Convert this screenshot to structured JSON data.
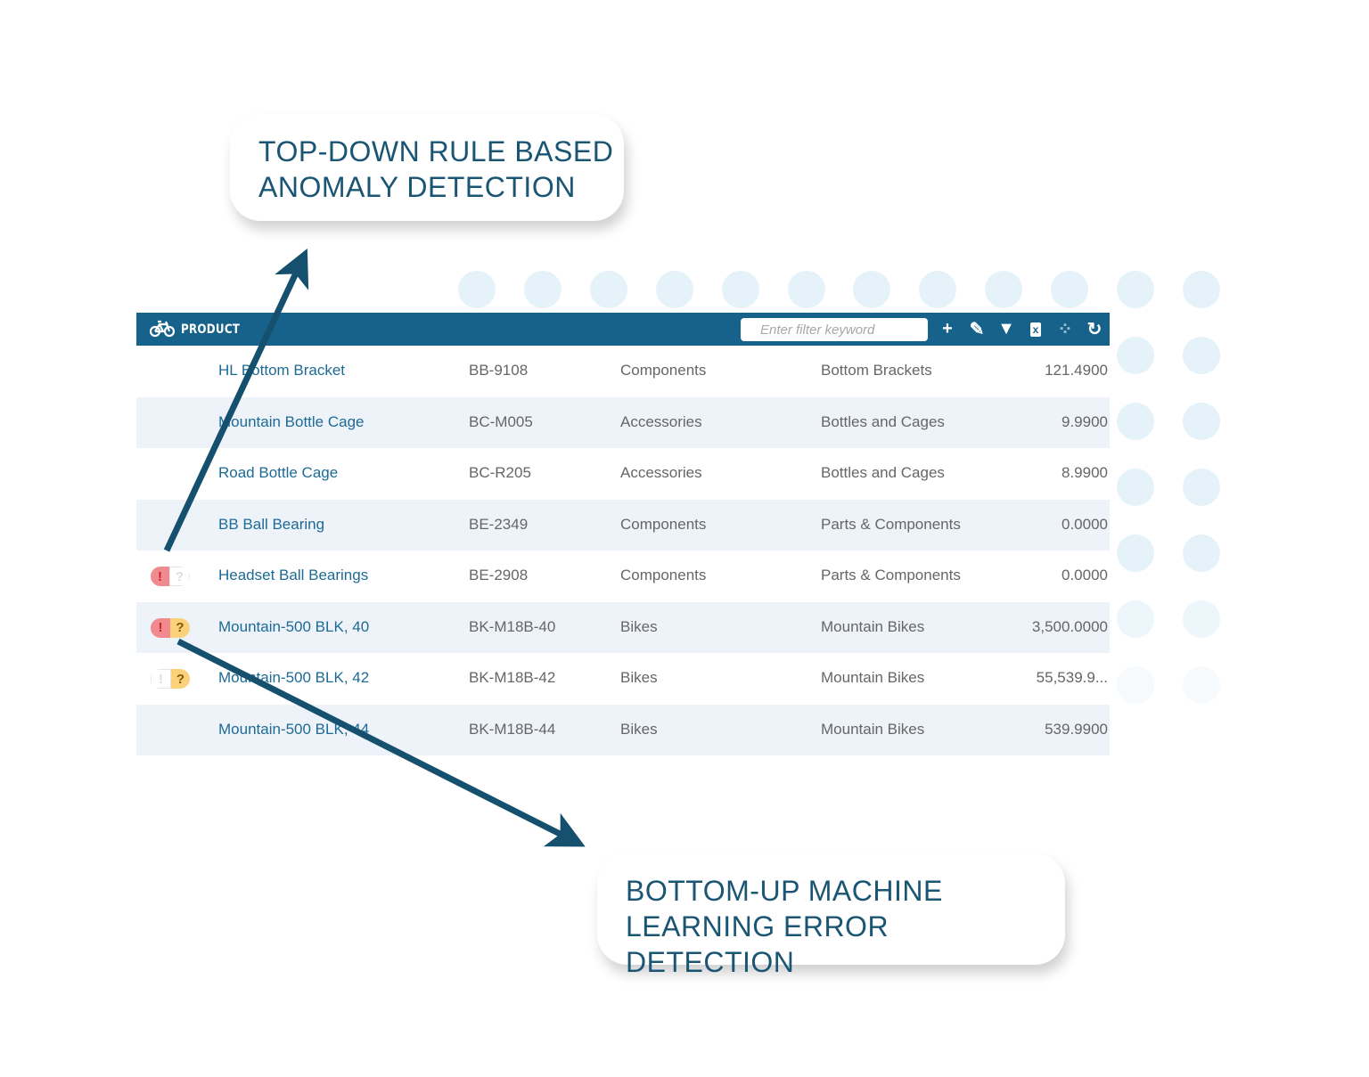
{
  "callouts": {
    "top": [
      "TOP-DOWN RULE BASED",
      "ANOMALY DETECTION"
    ],
    "bottom": [
      "BOTTOM-UP MACHINE",
      "LEARNING ERROR DETECTION"
    ]
  },
  "panel": {
    "title": "PRODUCT",
    "icon": "bicycle-icon",
    "filter_placeholder": "Enter filter keyword",
    "toolbar": [
      {
        "name": "add",
        "icon": "plus-icon"
      },
      {
        "name": "edit",
        "icon": "edit-icon"
      },
      {
        "name": "filter",
        "icon": "filter-icon"
      },
      {
        "name": "export-excel",
        "icon": "excel-icon"
      },
      {
        "name": "hierarchy",
        "icon": "nodes-icon"
      },
      {
        "name": "refresh",
        "icon": "refresh-icon"
      }
    ]
  },
  "rows": [
    {
      "name": "HL Bottom Bracket",
      "code": "BB-9108",
      "category": "Components",
      "subcategory": "Bottom Brackets",
      "price": "121.4900",
      "rule": "none",
      "ml": "none"
    },
    {
      "name": "Mountain Bottle Cage",
      "code": "BC-M005",
      "category": "Accessories",
      "subcategory": "Bottles and Cages",
      "price": "9.9900",
      "rule": "none",
      "ml": "none"
    },
    {
      "name": "Road Bottle Cage",
      "code": "BC-R205",
      "category": "Accessories",
      "subcategory": "Bottles and Cages",
      "price": "8.9900",
      "rule": "none",
      "ml": "none"
    },
    {
      "name": "BB Ball Bearing",
      "code": "BE-2349",
      "category": "Components",
      "subcategory": "Parts & Components",
      "price": "0.0000",
      "rule": "none",
      "ml": "none"
    },
    {
      "name": "Headset Ball Bearings",
      "code": "BE-2908",
      "category": "Components",
      "subcategory": "Parts & Components",
      "price": "0.0000",
      "rule": "on",
      "ml": "off"
    },
    {
      "name": "Mountain-500 BLK, 40",
      "code": "BK-M18B-40",
      "category": "Bikes",
      "subcategory": "Mountain Bikes",
      "price": "3,500.0000",
      "rule": "on",
      "ml": "on"
    },
    {
      "name": "Mountain-500 BLK, 42",
      "code": "BK-M18B-42",
      "category": "Bikes",
      "subcategory": "Mountain Bikes",
      "price": "55,539.9...",
      "rule": "off",
      "ml": "on"
    },
    {
      "name": "Mountain-500 BLK, 44",
      "code": "BK-M18B-44",
      "category": "Bikes",
      "subcategory": "Mountain Bikes",
      "price": "539.9900",
      "rule": "none",
      "ml": "none"
    }
  ],
  "badge_symbols": {
    "rule": "!",
    "ml": "?"
  },
  "colors": {
    "header": "#16628a",
    "accent_text": "#1d6a94",
    "rule_flag": "#f08a8f",
    "ml_flag": "#fbd27a",
    "arrow": "#15506e",
    "callout_text": "#1a5574"
  }
}
